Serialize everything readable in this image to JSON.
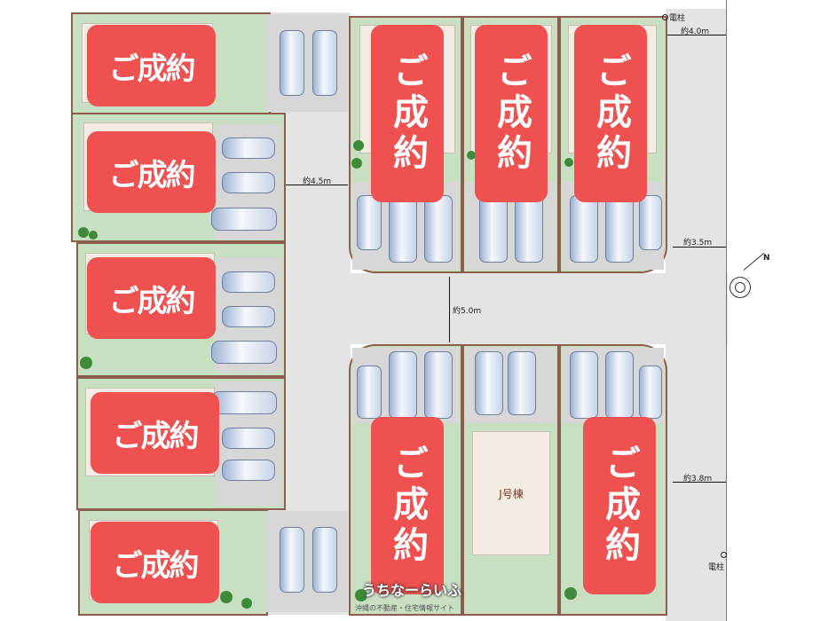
{
  "sold_label": "ご成約",
  "lot_j_label": "J号棟",
  "dimensions": {
    "road_east_top": "約4.0m",
    "road_inner_west": "約4.5m",
    "road_center": "約5.0m",
    "road_east_mid": "約3.5m",
    "road_east_bottom": "約3.8m"
  },
  "utility_pole_label": "電柱",
  "compass_label": "N",
  "watermark": {
    "title": "うちなーらいふ",
    "subtitle": "沖縄の不動産・住宅情報サイト"
  },
  "colors": {
    "sold_badge": "#ef5050",
    "lot_fill": "#c9dfc2",
    "lot_border": "#8b5e4e",
    "road": "#e4e4e4"
  }
}
